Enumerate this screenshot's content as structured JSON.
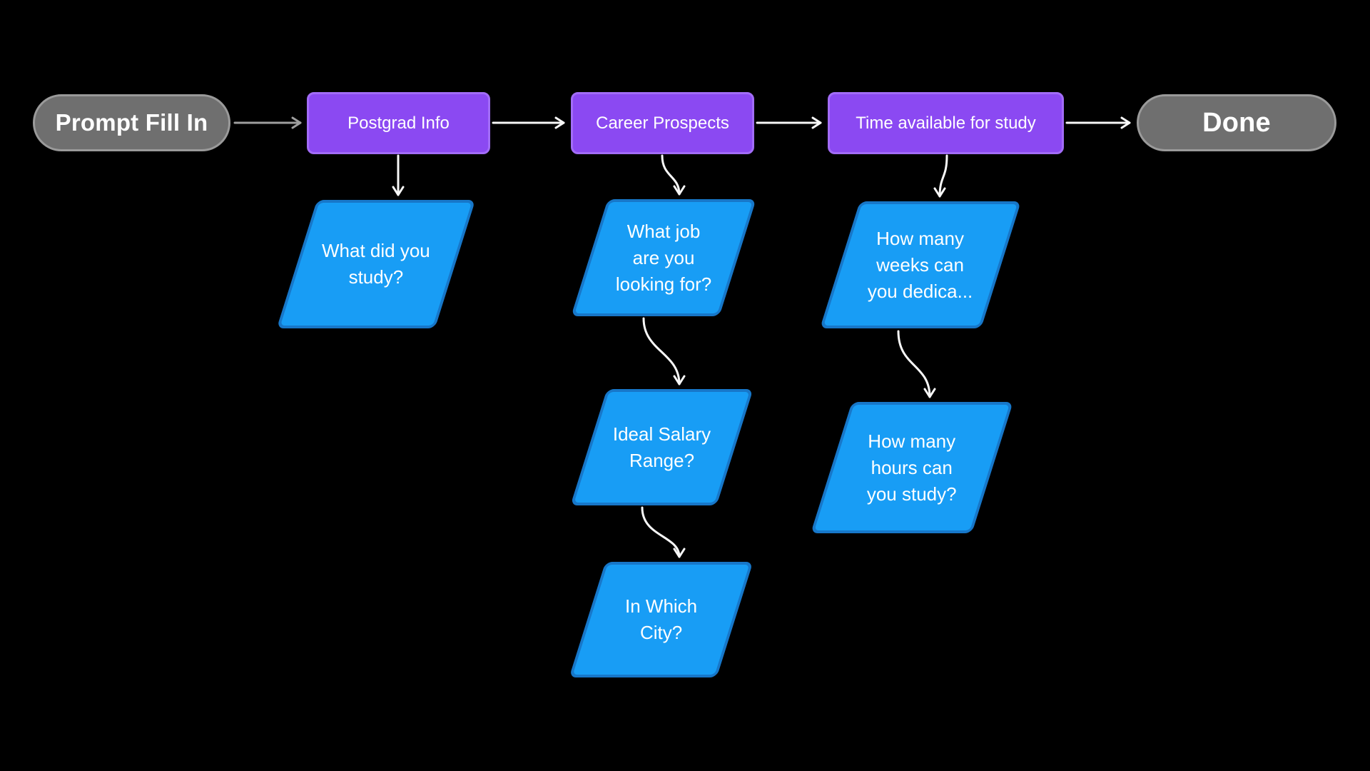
{
  "theme": {
    "canvas-bg": "#000000",
    "terminal-fill": "#6f6f6f",
    "terminal-border": "#9a9a9a",
    "process-fill": "#8b49f2",
    "process-border": "#a26cf7",
    "io-fill": "#189df5",
    "io-border": "#1777c9",
    "text-color": "#ffffff",
    "arrow-white": "#f8f8f8",
    "arrow-gray": "#9e9e9e"
  },
  "nodes": {
    "start": {
      "label": "Prompt Fill In",
      "type": "terminal"
    },
    "postgrad": {
      "label": "Postgrad Info",
      "type": "process"
    },
    "career": {
      "label": "Career Prospects",
      "type": "process"
    },
    "time": {
      "label": "Time available for study",
      "type": "process"
    },
    "done": {
      "label": "Done",
      "type": "terminal"
    },
    "what_study": {
      "lines": [
        "What did you",
        "study?"
      ],
      "type": "io"
    },
    "what_job": {
      "lines": [
        "What job",
        "are you",
        "looking for?"
      ],
      "type": "io"
    },
    "salary": {
      "lines": [
        "Ideal Salary",
        "Range?"
      ],
      "type": "io"
    },
    "city": {
      "lines": [
        "In Which",
        "City?"
      ],
      "type": "io"
    },
    "weeks": {
      "lines": [
        "How many",
        "weeks can",
        "you dedica..."
      ],
      "type": "io"
    },
    "hours": {
      "lines": [
        "How many",
        "hours can",
        "you study?"
      ],
      "type": "io"
    }
  },
  "edges": [
    {
      "from": "start",
      "to": "postgrad"
    },
    {
      "from": "postgrad",
      "to": "career"
    },
    {
      "from": "career",
      "to": "time"
    },
    {
      "from": "time",
      "to": "done"
    },
    {
      "from": "postgrad",
      "to": "what_study"
    },
    {
      "from": "career",
      "to": "what_job"
    },
    {
      "from": "what_job",
      "to": "salary"
    },
    {
      "from": "salary",
      "to": "city"
    },
    {
      "from": "time",
      "to": "weeks"
    },
    {
      "from": "weeks",
      "to": "hours"
    }
  ]
}
